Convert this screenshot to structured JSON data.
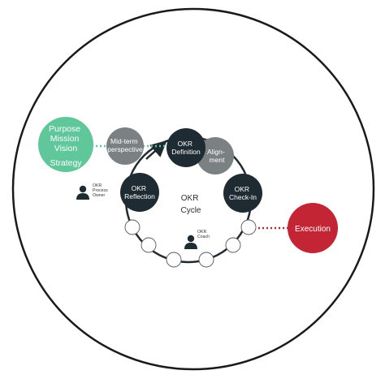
{
  "outer": {
    "purpose": [
      "Purpose",
      "Mission",
      "Vision"
    ],
    "strategy": "Strategy",
    "execution": "Execution"
  },
  "nodes": {
    "midterm": [
      "Mid-term",
      "perspective"
    ],
    "definition": [
      "OKR",
      "Definition"
    ],
    "alignment": [
      "Align-",
      "ment"
    ],
    "checkin": [
      "OKR",
      "Check-In"
    ],
    "reflection": [
      "OKR",
      "Reflection"
    ]
  },
  "cycle": [
    "OKR",
    "Cycle"
  ],
  "roles": {
    "owner": [
      "OKR",
      "Process",
      "Owner"
    ],
    "coach": [
      "OKR",
      "Coach"
    ]
  },
  "colors": {
    "teal": "#5fc79a",
    "dark": "#1e2b33",
    "grey": "#7b8083",
    "red": "#c32534",
    "border": "#1a1a1a"
  }
}
